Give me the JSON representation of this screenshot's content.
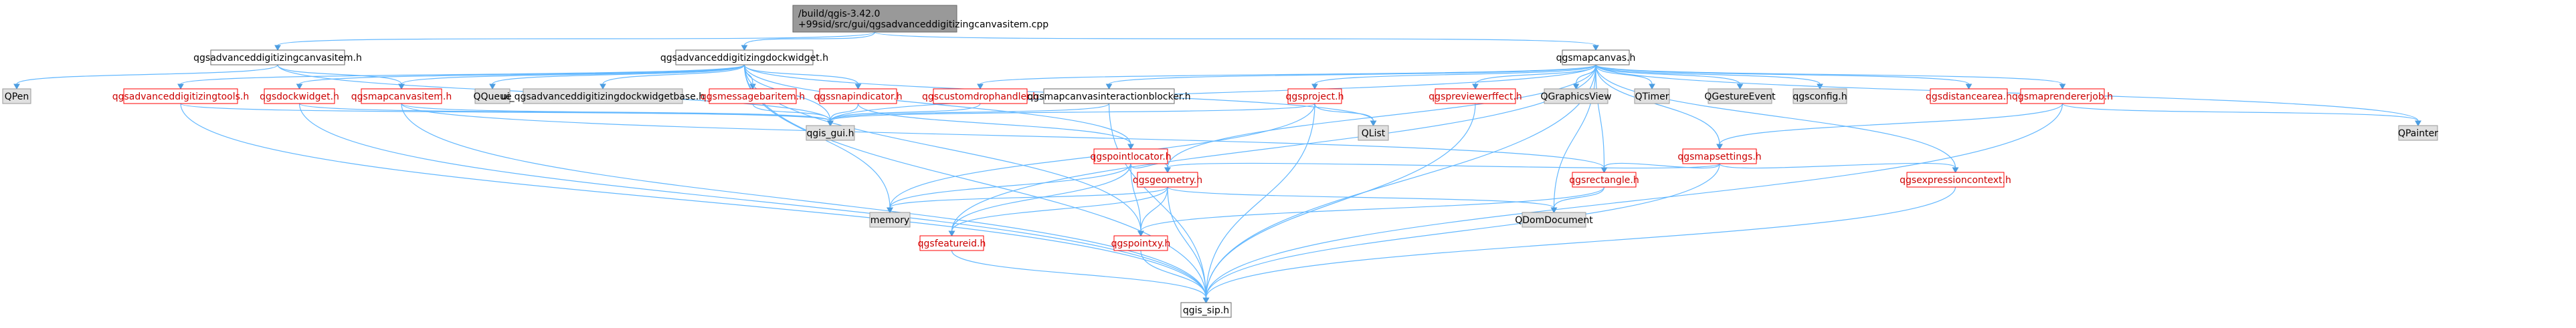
{
  "colors": {
    "root_fill": "#999999",
    "normal_fill": "#ffffff",
    "normal_border": "#666666",
    "red_border": "#ff0000",
    "system_fill": "#e0e0e0",
    "system_border": "#999999",
    "edge": "#63b8ff",
    "edge_dark": "#4d9de0",
    "text": "#000000",
    "red_text": "#cc0000"
  },
  "diagram": {
    "nodes": [
      {
        "id": "root",
        "lines": [
          "/build/qgis-3.42.0",
          "+99sid/src/gui/qgsadvanceddigitizingcanvasitem.cpp"
        ],
        "style": "root"
      },
      {
        "id": "canvasitem_h",
        "lines": [
          "qgsadvanceddigitizingcanvasitem.h"
        ],
        "style": "normal"
      },
      {
        "id": "dockwidget_h",
        "lines": [
          "qgsadvanceddigitizingdockwidget.h"
        ],
        "style": "normal"
      },
      {
        "id": "mapcanvas_h",
        "lines": [
          "qgsmapcanvas.h"
        ],
        "style": "normal"
      },
      {
        "id": "qpen",
        "lines": [
          "QPen"
        ],
        "style": "system"
      },
      {
        "id": "tools_h",
        "lines": [
          "qgsadvanceddigitizingtools.h"
        ],
        "style": "red"
      },
      {
        "id": "qgsdockwidget_h",
        "lines": [
          "qgsdockwidget.h"
        ],
        "style": "red"
      },
      {
        "id": "mapcanvasitem_h",
        "lines": [
          "qgsmapcanvasitem.h"
        ],
        "style": "red"
      },
      {
        "id": "qqueue",
        "lines": [
          "QQueue"
        ],
        "style": "system"
      },
      {
        "id": "ui_dock",
        "lines": [
          "ui_qgsadvanceddigitizingdockwidgetbase.h"
        ],
        "style": "system"
      },
      {
        "id": "msgbar_h",
        "lines": [
          "qgsmessagebaritem.h"
        ],
        "style": "red"
      },
      {
        "id": "snapind_h",
        "lines": [
          "qgssnapindicator.h"
        ],
        "style": "red"
      },
      {
        "id": "customdrop_h",
        "lines": [
          "qgscustomdrophandler.h"
        ],
        "style": "red"
      },
      {
        "id": "interblocker_h",
        "lines": [
          "qgsmapcanvasinteractionblocker.h"
        ],
        "style": "normal"
      },
      {
        "id": "project_h",
        "lines": [
          "qgsproject.h"
        ],
        "style": "red"
      },
      {
        "id": "preview_h",
        "lines": [
          "qgspreviewerffect.h"
        ],
        "style": "red"
      },
      {
        "id": "qgraphicsview",
        "lines": [
          "QGraphicsView"
        ],
        "style": "system"
      },
      {
        "id": "qtimer",
        "lines": [
          "QTimer"
        ],
        "style": "system"
      },
      {
        "id": "qgesture",
        "lines": [
          "QGestureEvent"
        ],
        "style": "system"
      },
      {
        "id": "qgsconfig_h",
        "lines": [
          "qgsconfig.h"
        ],
        "style": "system"
      },
      {
        "id": "distarea_h",
        "lines": [
          "qgsdistancearea.h"
        ],
        "style": "red"
      },
      {
        "id": "maprender_h",
        "lines": [
          "qgsmaprendererjob.h"
        ],
        "style": "red"
      },
      {
        "id": "qgis_gui",
        "lines": [
          "qgis_gui.h"
        ],
        "style": "system"
      },
      {
        "id": "qlist",
        "lines": [
          "QList"
        ],
        "style": "system"
      },
      {
        "id": "pointloc_h",
        "lines": [
          "qgspointlocator.h"
        ],
        "style": "red"
      },
      {
        "id": "mapsettings_h",
        "lines": [
          "qgsmapsettings.h"
        ],
        "style": "red"
      },
      {
        "id": "qpainter",
        "lines": [
          "QPainter"
        ],
        "style": "system"
      },
      {
        "id": "geometry_h",
        "lines": [
          "qgsgeometry.h"
        ],
        "style": "red"
      },
      {
        "id": "rectangle_h",
        "lines": [
          "qgsrectangle.h"
        ],
        "style": "red"
      },
      {
        "id": "exprctx_h",
        "lines": [
          "qgsexpressioncontext.h"
        ],
        "style": "red"
      },
      {
        "id": "memory",
        "lines": [
          "memory"
        ],
        "style": "system"
      },
      {
        "id": "featureid_h",
        "lines": [
          "qgsfeatureid.h"
        ],
        "style": "red"
      },
      {
        "id": "pointxy_h",
        "lines": [
          "qgspointxy.h"
        ],
        "style": "red"
      },
      {
        "id": "qdomdoc",
        "lines": [
          "QDomDocument"
        ],
        "style": "system"
      },
      {
        "id": "qgis_sip",
        "lines": [
          "qgis_sip.h"
        ],
        "style": "normal"
      }
    ],
    "edges": [
      [
        "root",
        "canvasitem_h"
      ],
      [
        "root",
        "dockwidget_h"
      ],
      [
        "root",
        "mapcanvas_h"
      ],
      [
        "canvasitem_h",
        "qpen"
      ],
      [
        "canvasitem_h",
        "mapcanvasitem_h"
      ],
      [
        "canvasitem_h",
        "qgis_gui"
      ],
      [
        "dockwidget_h",
        "tools_h"
      ],
      [
        "dockwidget_h",
        "qgsdockwidget_h"
      ],
      [
        "dockwidget_h",
        "mapcanvasitem_h"
      ],
      [
        "dockwidget_h",
        "qqueue"
      ],
      [
        "dockwidget_h",
        "ui_dock"
      ],
      [
        "dockwidget_h",
        "msgbar_h"
      ],
      [
        "dockwidget_h",
        "snapind_h"
      ],
      [
        "dockwidget_h",
        "pointloc_h"
      ],
      [
        "dockwidget_h",
        "qgis_gui"
      ],
      [
        "dockwidget_h",
        "qgis_sip"
      ],
      [
        "dockwidget_h",
        "qlist"
      ],
      [
        "dockwidget_h",
        "memory"
      ],
      [
        "dockwidget_h",
        "pointxy_h"
      ],
      [
        "mapcanvas_h",
        "customdrop_h"
      ],
      [
        "mapcanvas_h",
        "interblocker_h"
      ],
      [
        "mapcanvas_h",
        "project_h"
      ],
      [
        "mapcanvas_h",
        "preview_h"
      ],
      [
        "mapcanvas_h",
        "qgraphicsview"
      ],
      [
        "mapcanvas_h",
        "qtimer"
      ],
      [
        "mapcanvas_h",
        "qgesture"
      ],
      [
        "mapcanvas_h",
        "qgsconfig_h"
      ],
      [
        "mapcanvas_h",
        "distarea_h"
      ],
      [
        "mapcanvas_h",
        "maprender_h"
      ],
      [
        "mapcanvas_h",
        "mapsettings_h"
      ],
      [
        "mapcanvas_h",
        "geometry_h"
      ],
      [
        "mapcanvas_h",
        "rectangle_h"
      ],
      [
        "mapcanvas_h",
        "exprctx_h"
      ],
      [
        "mapcanvas_h",
        "qdomdoc"
      ],
      [
        "mapcanvas_h",
        "qgis_gui"
      ],
      [
        "mapcanvas_h",
        "qgis_sip"
      ],
      [
        "mapcanvas_h",
        "featureid_h"
      ],
      [
        "mapcanvas_h",
        "qpainter"
      ],
      [
        "tools_h",
        "qgis_gui"
      ],
      [
        "tools_h",
        "qgis_sip"
      ],
      [
        "qgsdockwidget_h",
        "qgis_gui"
      ],
      [
        "qgsdockwidget_h",
        "qgis_sip"
      ],
      [
        "mapcanvasitem_h",
        "qgis_gui"
      ],
      [
        "mapcanvasitem_h",
        "rectangle_h"
      ],
      [
        "mapcanvasitem_h",
        "qgis_sip"
      ],
      [
        "msgbar_h",
        "qgis_gui"
      ],
      [
        "snapind_h",
        "qgis_gui"
      ],
      [
        "snapind_h",
        "pointloc_h"
      ],
      [
        "customdrop_h",
        "qgis_gui"
      ],
      [
        "interblocker_h",
        "qgis_gui"
      ],
      [
        "interblocker_h",
        "qgis_sip"
      ],
      [
        "project_h",
        "qgis_gui"
      ],
      [
        "project_h",
        "qlist"
      ],
      [
        "project_h",
        "memory"
      ],
      [
        "project_h",
        "qgis_sip"
      ],
      [
        "preview_h",
        "qgis_sip"
      ],
      [
        "maprender_h",
        "mapsettings_h"
      ],
      [
        "maprender_h",
        "qpainter"
      ],
      [
        "maprender_h",
        "qgis_sip"
      ],
      [
        "pointloc_h",
        "geometry_h"
      ],
      [
        "pointloc_h",
        "memory"
      ],
      [
        "pointloc_h",
        "featureid_h"
      ],
      [
        "pointloc_h",
        "pointxy_h"
      ],
      [
        "mapsettings_h",
        "geometry_h"
      ],
      [
        "mapsettings_h",
        "rectangle_h"
      ],
      [
        "mapsettings_h",
        "exprctx_h"
      ],
      [
        "mapsettings_h",
        "qgis_sip"
      ],
      [
        "geometry_h",
        "memory"
      ],
      [
        "geometry_h",
        "featureid_h"
      ],
      [
        "geometry_h",
        "pointxy_h"
      ],
      [
        "geometry_h",
        "qdomdoc"
      ],
      [
        "geometry_h",
        "qgis_sip"
      ],
      [
        "rectangle_h",
        "pointxy_h"
      ],
      [
        "rectangle_h",
        "qdomdoc"
      ],
      [
        "exprctx_h",
        "qgis_sip"
      ],
      [
        "featureid_h",
        "qgis_sip"
      ],
      [
        "pointxy_h",
        "qgis_sip"
      ]
    ]
  }
}
